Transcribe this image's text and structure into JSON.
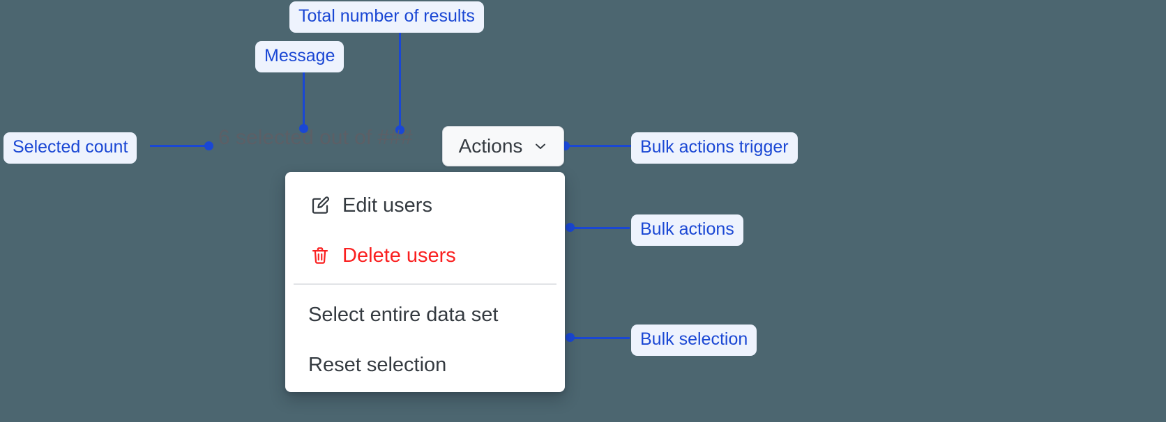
{
  "background_color": "#4C6670",
  "annotation": {
    "accent_color": "#1A47D4",
    "chip_background": "#EEF3FD",
    "labels": {
      "total_results": "Total number of results",
      "message": "Message",
      "selected_count": "Selected count",
      "bulk_actions_trigger": "Bulk actions trigger",
      "bulk_actions": "Bulk actions",
      "bulk_selection": "Bulk selection"
    }
  },
  "toolbar": {
    "selection_message": "6 selected out of ###",
    "selected_count": "6",
    "total_results_placeholder": "###",
    "actions_button": {
      "label": "Actions",
      "icon": "chevron-down-icon"
    }
  },
  "dropdown": {
    "bulk_actions": [
      {
        "label": "Edit users",
        "icon": "edit-pencil-icon",
        "tone": "default"
      },
      {
        "label": "Delete users",
        "icon": "trash-icon",
        "tone": "danger",
        "color": "#FA2020"
      }
    ],
    "bulk_selection": [
      {
        "label": "Select entire data set",
        "icon": "",
        "tone": "default"
      },
      {
        "label": "Reset selection",
        "icon": "",
        "tone": "default"
      }
    ]
  }
}
